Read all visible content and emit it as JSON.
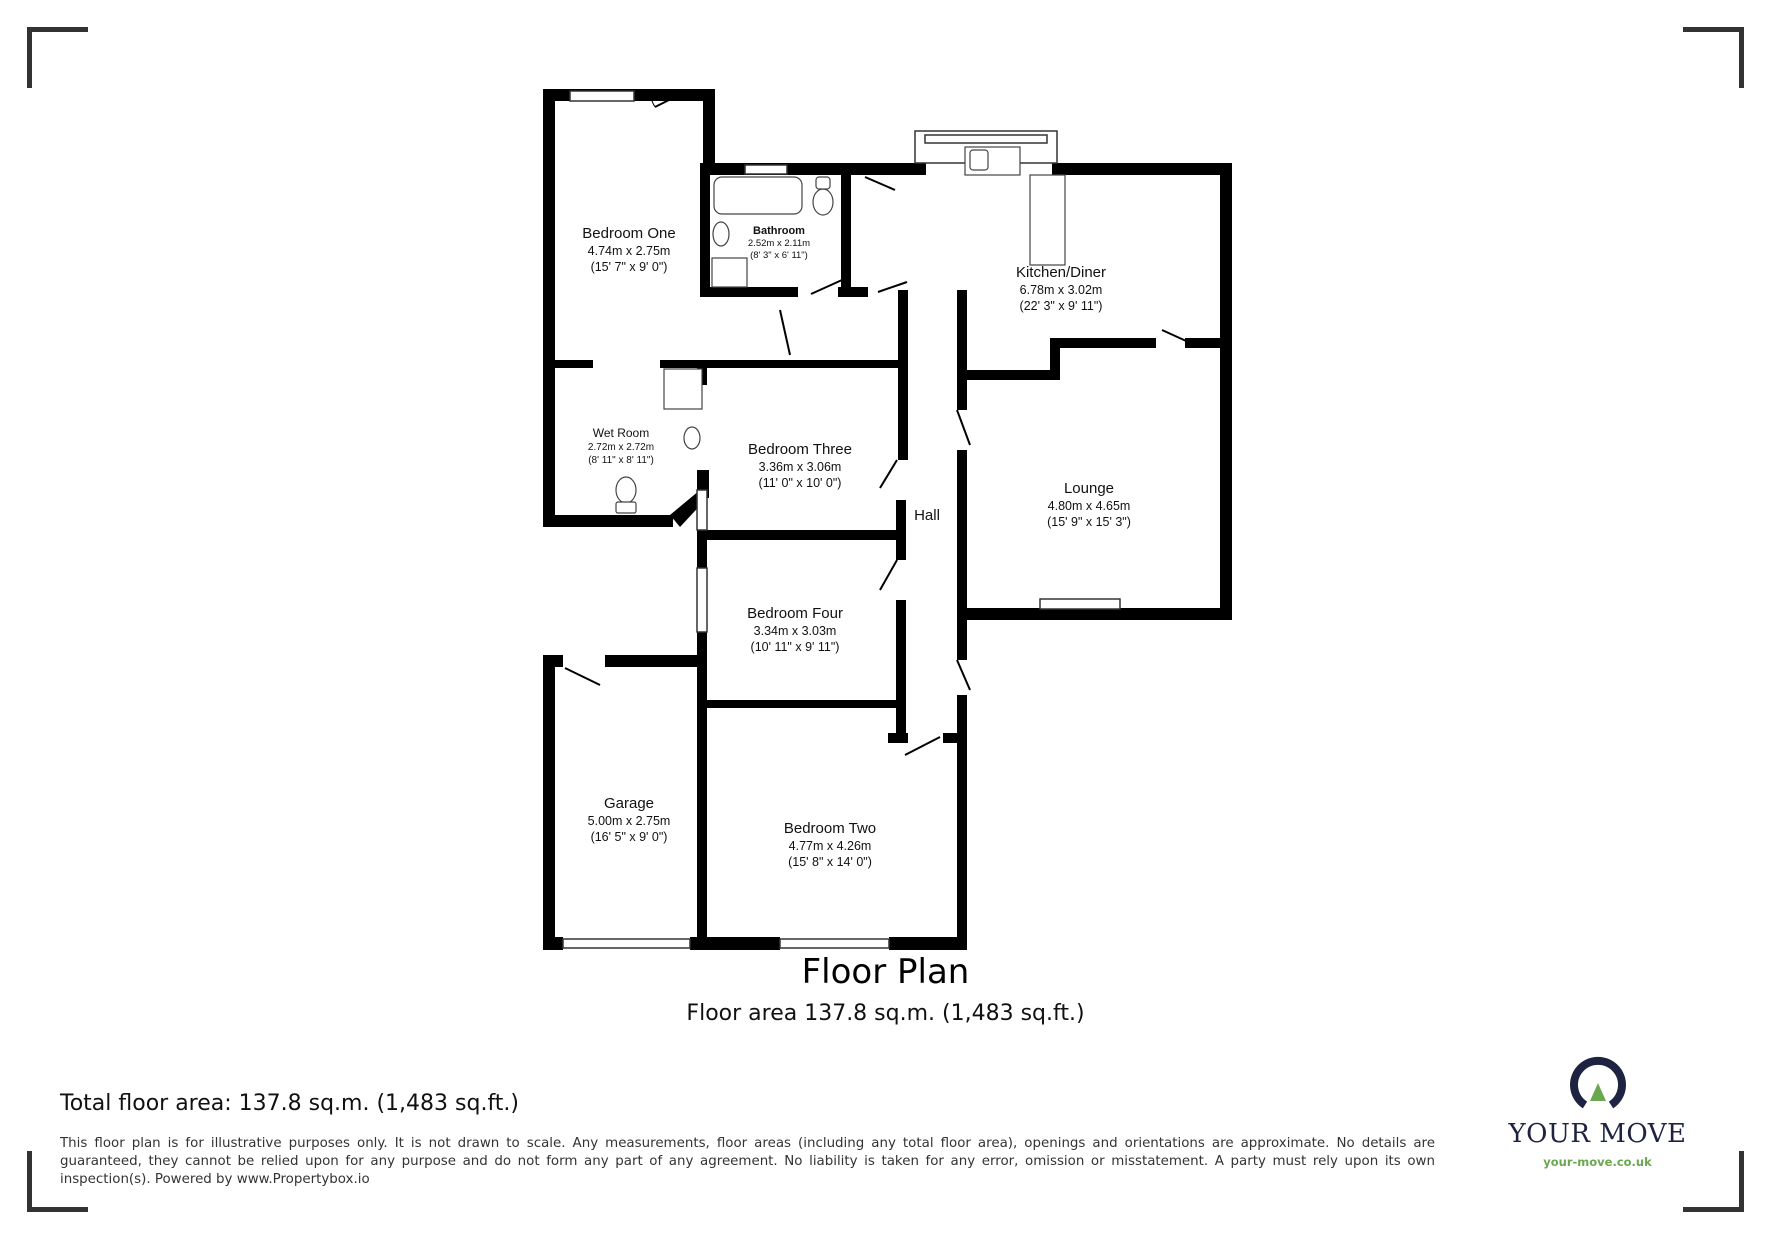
{
  "plan": {
    "title": "Floor Plan",
    "floor_area": "Floor area 137.8 sq.m. (1,483 sq.ft.)"
  },
  "rooms": {
    "bedroom_one": {
      "name": "Bedroom One",
      "metric": "4.74m x 2.75m",
      "imperial": "(15' 7\" x 9' 0\")"
    },
    "bathroom": {
      "name": "Bathroom",
      "metric": "2.52m x 2.11m",
      "imperial": "(8' 3\" x 6' 11\")"
    },
    "kitchen_diner": {
      "name": "Kitchen/Diner",
      "metric": "6.78m x 3.02m",
      "imperial": "(22' 3\" x 9' 11\")"
    },
    "wet_room": {
      "name": "Wet Room",
      "metric": "2.72m x 2.72m",
      "imperial": "(8' 11\" x 8' 11\")"
    },
    "bedroom_three": {
      "name": "Bedroom Three",
      "metric": "3.36m x 3.06m",
      "imperial": "(11' 0\" x 10' 0\")"
    },
    "hall": {
      "name": "Hall"
    },
    "lounge": {
      "name": "Lounge",
      "metric": "4.80m x 4.65m",
      "imperial": "(15' 9\" x 15' 3\")"
    },
    "bedroom_four": {
      "name": "Bedroom Four",
      "metric": "3.34m x 3.03m",
      "imperial": "(10' 11\" x 9' 11\")"
    },
    "garage": {
      "name": "Garage",
      "metric": "5.00m x 2.75m",
      "imperial": "(16' 5\" x 9' 0\")"
    },
    "bedroom_two": {
      "name": "Bedroom Two",
      "metric": "4.77m x 4.26m",
      "imperial": "(15' 8\" x 14' 0\")"
    }
  },
  "footer": {
    "total_floor_area": "Total floor area: 137.8 sq.m. (1,483 sq.ft.)",
    "disclaimer": "This floor plan is for illustrative purposes only. It is not drawn to scale. Any measurements, floor areas (including any total floor area), openings and orientations are approximate. No details are guaranteed, they cannot be relied upon for any purpose and do not form any part of any agreement. No liability is taken for any error, omission or misstatement. A party must rely upon its own inspection(s). Powered by www.Propertybox.io"
  },
  "brand": {
    "name": "YOUR MOVE",
    "url": "your-move.co.uk",
    "colors": {
      "navy": "#1d2340",
      "green": "#6aa84f"
    }
  }
}
